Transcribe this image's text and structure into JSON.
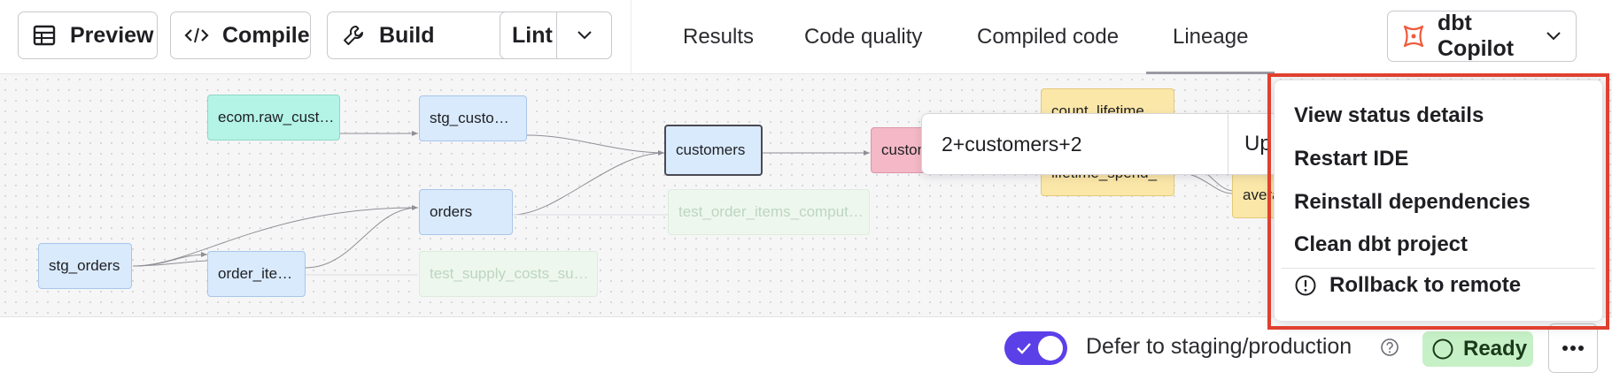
{
  "toolbar": {
    "preview_label": "Preview",
    "compile_label": "Compile",
    "build_label": "Build",
    "lint_label": "Lint"
  },
  "tabs": [
    {
      "label": "Results"
    },
    {
      "label": "Code quality"
    },
    {
      "label": "Compiled code"
    },
    {
      "label": "Lineage",
      "active": true
    }
  ],
  "copilot": {
    "label": "dbt Copilot"
  },
  "lineage": {
    "nodes": {
      "ecom_raw_customers": "ecom.raw_cust…",
      "stg_customers": "stg_custo…",
      "customers": "customers",
      "customer_exposure": "custome",
      "count_lifetime": "count_lifetime_",
      "lifetime_spend": "lifetime_spend_",
      "average": "avera",
      "orders": "orders",
      "test_order_items": "test_order_items_comput…",
      "stg_orders": "stg_orders",
      "order_items": "order_ite…",
      "test_supply_costs": "test_supply_costs_su…"
    },
    "selector": {
      "value": "2+customers+2",
      "button_label": "Up"
    }
  },
  "bottom": {
    "defer_label": "Defer to staging/production",
    "defer_enabled": true,
    "status_label": "Ready"
  },
  "menu": {
    "items": [
      {
        "label": "View status details"
      },
      {
        "label": "Restart IDE"
      },
      {
        "label": "Reinstall dependencies"
      },
      {
        "label": "Clean dbt project"
      },
      {
        "label": "Rollback to remote"
      }
    ]
  },
  "colors": {
    "accent": "#5b40e8",
    "highlight": "#e0402f",
    "ready_bg": "#c6f0c6"
  }
}
